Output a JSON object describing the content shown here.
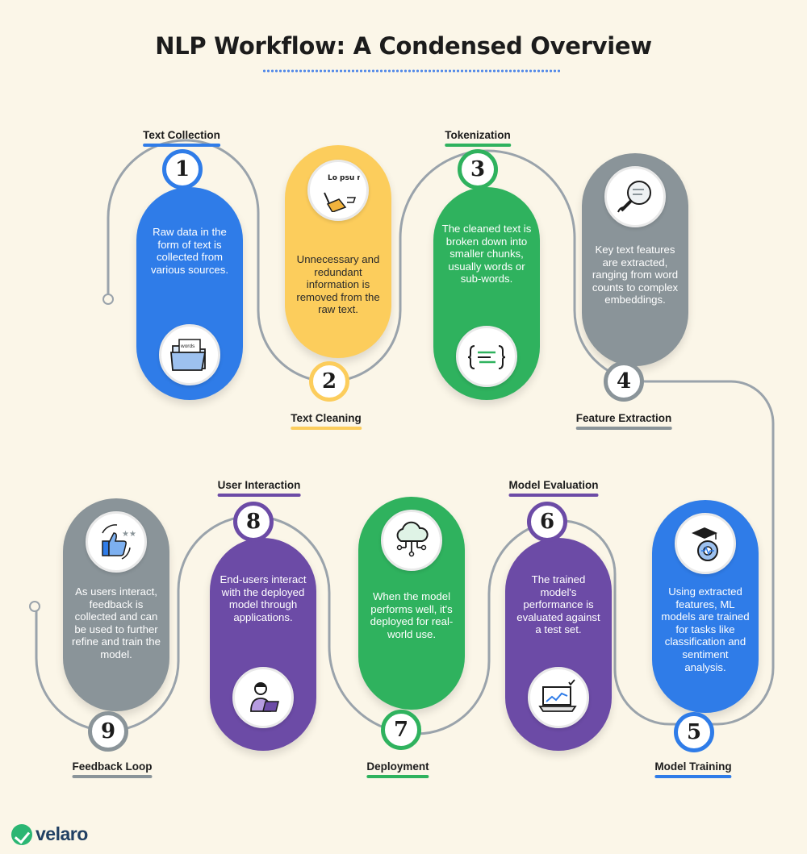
{
  "title": "NLP Workflow: A Condensed Overview",
  "colors": {
    "blue": "#2f7ce8",
    "yellow": "#fccd5c",
    "green": "#2fb25e",
    "gray": "#8a9499",
    "purple": "#6c4ba6",
    "path": "#9aa3ab",
    "background": "#fbf6e8"
  },
  "steps": [
    {
      "number": "1",
      "label": "Text Collection",
      "description": "Raw data in the form of text is collected from various sources.",
      "icon": "folder-icon",
      "icon_text": "words"
    },
    {
      "number": "2",
      "label": "Text Cleaning",
      "description": "Unnecessary and redundant information is removed from the raw text.",
      "icon": "broom-icon",
      "icon_text": "Lo psu m"
    },
    {
      "number": "3",
      "label": "Tokenization",
      "description": "The cleaned text is broken down into smaller chunks, usually words or sub-words.",
      "icon": "brackets-icon"
    },
    {
      "number": "4",
      "label": "Feature Extraction",
      "description": "Key text features are extracted, ranging from word counts to complex embeddings.",
      "icon": "magnifier-icon"
    },
    {
      "number": "5",
      "label": "Model Training",
      "description": "Using extracted features, ML models are trained for tasks like classification and sentiment analysis.",
      "icon": "graduation-gear-icon"
    },
    {
      "number": "6",
      "label": "Model Evaluation",
      "description": "The trained model's performance is evaluated against a test set.",
      "icon": "laptop-chart-icon"
    },
    {
      "number": "7",
      "label": "Deployment",
      "description": "When the model performs well, it's deployed for real-world use.",
      "icon": "cloud-network-icon"
    },
    {
      "number": "8",
      "label": "User Interaction",
      "description": "End-users interact with the deployed model through applications.",
      "icon": "user-laptop-icon"
    },
    {
      "number": "9",
      "label": "Feedback Loop",
      "description": "As users interact, feedback is collected and can be used to further refine and train the model.",
      "icon": "thumbs-up-icon"
    }
  ],
  "brand": "velaro"
}
